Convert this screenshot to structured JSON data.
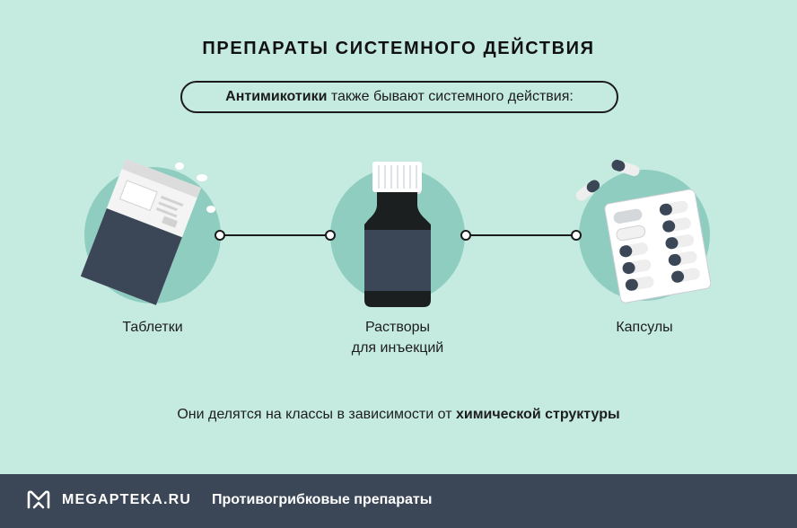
{
  "title": "ПРЕПАРАТЫ СИСТЕМНОГО ДЕЙСТВИЯ",
  "pill": {
    "bold": "Антимикотики",
    "rest": " также бывают системного действия:"
  },
  "items": [
    {
      "label": "Таблетки"
    },
    {
      "label_line1": "Растворы",
      "label_line2": "для инъекций"
    },
    {
      "label": "Капсулы"
    }
  ],
  "bottom": {
    "plain": "Они делятся на классы в зависимости от ",
    "bold": "химической структуры"
  },
  "footer": {
    "brand": "MEGAPTEKA.RU",
    "subtitle": "Противогрибковые препараты"
  },
  "colors": {
    "background": "#c5ebe1",
    "circle": "#8fcdc0",
    "dark": "#3b4756",
    "footer": "#3b4756"
  }
}
